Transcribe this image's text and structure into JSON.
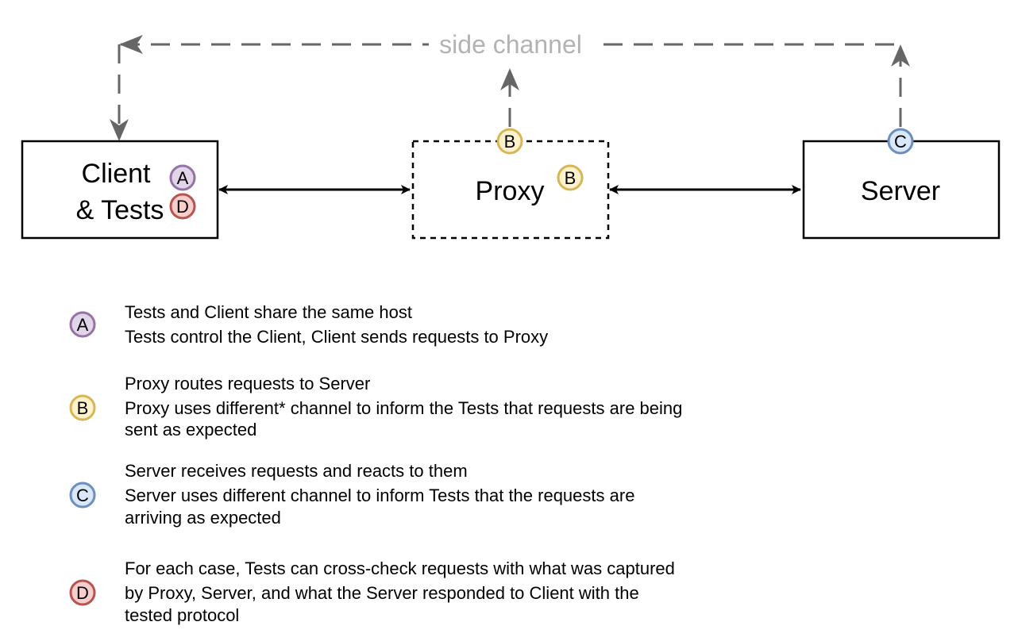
{
  "diagram": {
    "side_channel_label": "side channel",
    "client": {
      "line1": "Client",
      "line2": "& Tests"
    },
    "proxy": {
      "label": "Proxy"
    },
    "server": {
      "label": "Server"
    },
    "badges": {
      "A": {
        "letter": "A",
        "fill": "#e1d5e7",
        "stroke": "#9673a6"
      },
      "B": {
        "letter": "B",
        "fill": "#fff2cc",
        "stroke": "#d6b656"
      },
      "C": {
        "letter": "C",
        "fill": "#dae8fc",
        "stroke": "#6c8ebf"
      },
      "D": {
        "letter": "D",
        "fill": "#f8cecc",
        "stroke": "#b85450"
      }
    }
  },
  "legend": [
    {
      "badge": "A",
      "lines": [
        "Tests and Client share the same host",
        "Tests control the Client, Client sends requests to Proxy"
      ]
    },
    {
      "badge": "B",
      "lines": [
        "Proxy routes requests to Server",
        "Proxy uses different* channel to inform the Tests that requests are being",
        "sent as expected"
      ]
    },
    {
      "badge": "C",
      "lines": [
        "Server receives requests and reacts to them",
        "Server uses different channel to inform Tests that the requests are",
        "arriving as expected"
      ]
    },
    {
      "badge": "D",
      "lines": [
        "For each case, Tests can cross-check requests with what was captured",
        "by Proxy, Server, and what the Server responded to Client with the",
        "tested protocol"
      ]
    }
  ]
}
